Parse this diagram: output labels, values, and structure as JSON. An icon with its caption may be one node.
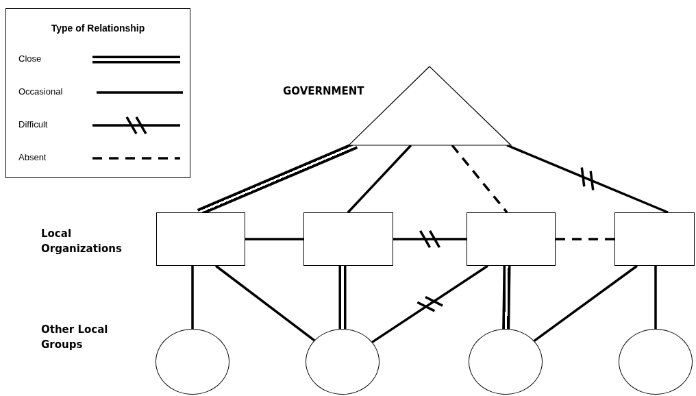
{
  "diagram": {
    "nodes": [
      {
        "text": [
          "GOVERNMENT"
        ]
      },
      {
        "text": [],
        "shape": "box"
      },
      {
        "text": [],
        "shape": "box"
      },
      {
        "text": [],
        "shape": "box"
      },
      {
        "text": [],
        "shape": "box"
      },
      {
        "text": [],
        "shape": "circle"
      },
      {
        "text": [],
        "shape": "circle"
      },
      {
        "text": [],
        "shape": "circle"
      },
      {
        "text": [],
        "shape": "circle"
      }
    ],
    "edges": [
      {
        "from": 0,
        "to": 1,
        "arrow": "none",
        "style": "thick"
      },
      {
        "from": 0,
        "to": 2,
        "arrow": "none"
      },
      {
        "from": 0,
        "to": 3,
        "arrow": "none",
        "style": "dashed"
      },
      {
        "from": 0,
        "to": 4,
        "arrow": "none"
      },
      {
        "from": 1,
        "to": 2,
        "arrow": "none"
      },
      {
        "from": 2,
        "to": 3,
        "arrow": "none"
      },
      {
        "from": 3,
        "to": 4,
        "arrow": "none",
        "style": "dashed"
      },
      {
        "from": 1,
        "to": 5,
        "arrow": "none"
      },
      {
        "from": 1,
        "to": 6,
        "arrow": "none"
      },
      {
        "from": 2,
        "to": 6,
        "arrow": "none",
        "style": "thick"
      },
      {
        "from": 3,
        "to": 6,
        "arrow": "none"
      },
      {
        "from": 3,
        "to": 7,
        "arrow": "none",
        "style": "thick"
      },
      {
        "from": 4,
        "to": 7,
        "arrow": "none"
      },
      {
        "from": 4,
        "to": 8,
        "arrow": "none"
      }
    ],
    "labels": [
      "Type of Relationship",
      "Local Organizations",
      "Other Local Groups"
    ],
    "legend": [
      {
        "text": "Close"
      },
      {
        "text": "Occasional"
      },
      {
        "text": "Difficult"
      },
      {
        "text": "Absent"
      }
    ]
  }
}
